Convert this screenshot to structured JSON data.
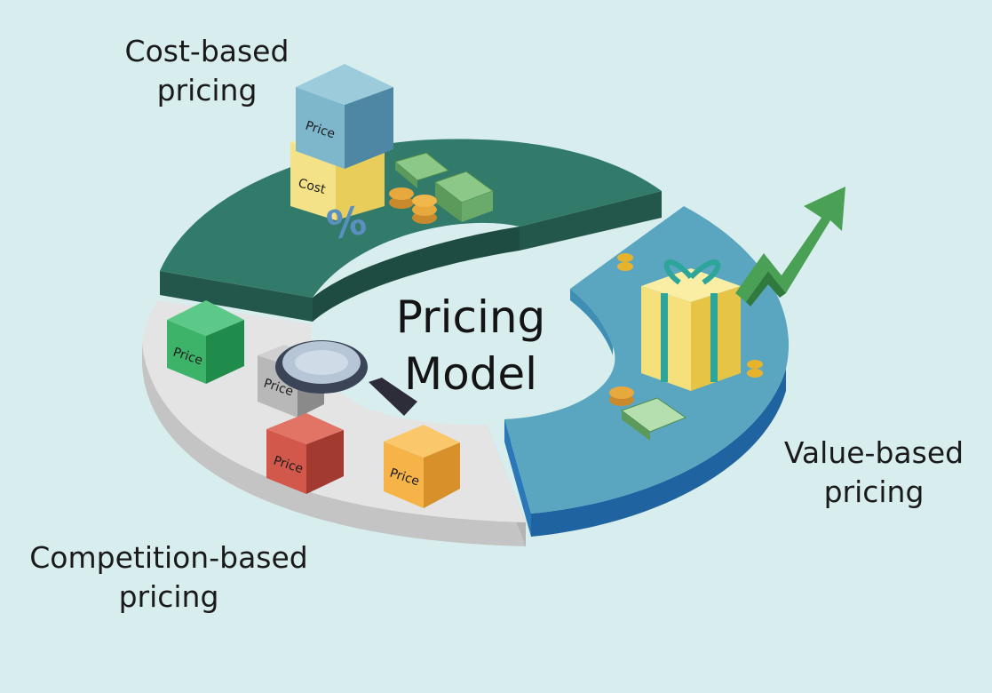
{
  "center_title": {
    "line1": "Pricing",
    "line2": "Model"
  },
  "segments": {
    "cost": {
      "label_line1": "Cost-based",
      "label_line2": "pricing",
      "box_price": "Price",
      "box_cost": "Cost",
      "percent": "%"
    },
    "value": {
      "label_line1": "Value-based",
      "label_line2": "pricing"
    },
    "competition": {
      "label_line1": "Competition-based",
      "label_line2": "pricing",
      "box_green": "Price",
      "box_gray": "Price",
      "box_red": "Price",
      "box_orange": "Price"
    }
  },
  "colors": {
    "background": "#d8eeee",
    "cost_top": "#327b6a",
    "cost_side": "#24574b",
    "value_top": "#5aa6c1",
    "value_side": "#2a6fa3",
    "competition_top": "#e4e4e4",
    "competition_side": "#c4c4c4"
  }
}
